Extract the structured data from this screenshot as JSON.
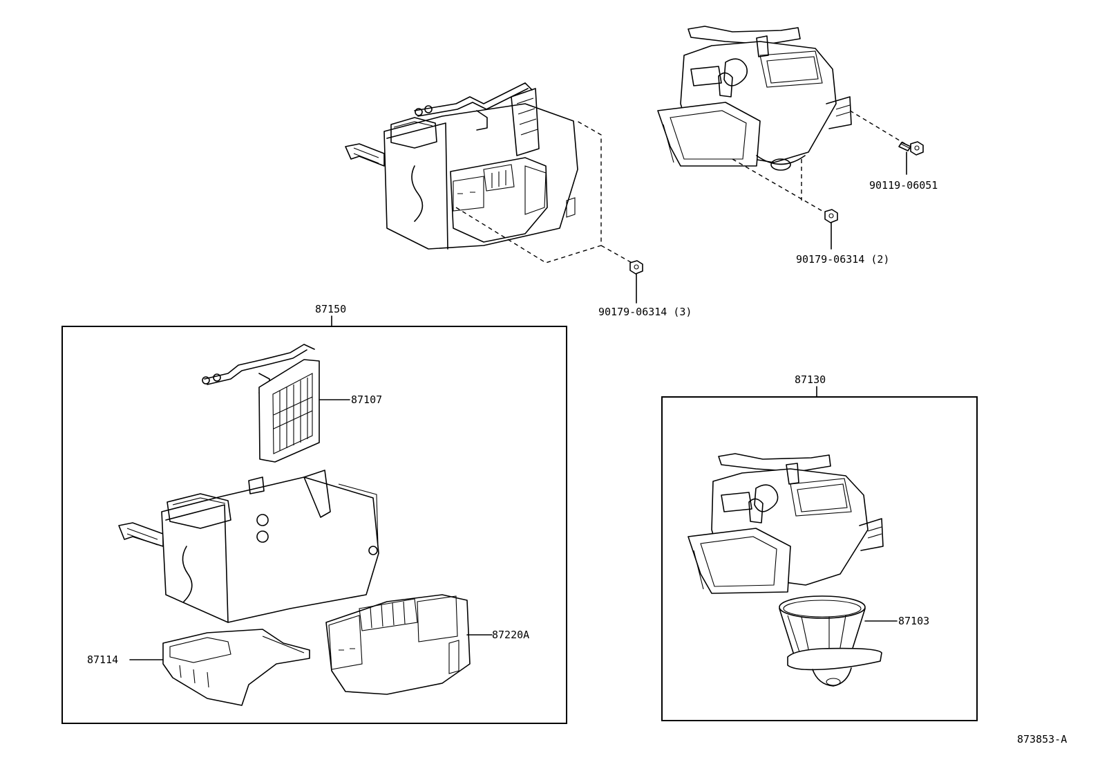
{
  "labels": {
    "assembly_heater_unit": "87150",
    "heater_core": "87107",
    "air_duct_lower": "87114",
    "damper_case": "87220A",
    "assembly_blower_unit": "87130",
    "blower_motor": "87103",
    "nut_heater": "90179-06314 (3)",
    "nut_blower": "90179-06314 (2)",
    "bolt_blower": "90119-06051",
    "diagram_ref": "873853-A"
  }
}
